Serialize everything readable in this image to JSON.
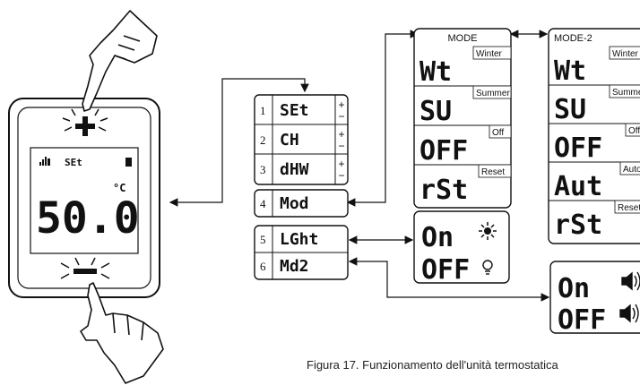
{
  "device": {
    "screen_left": "SEt",
    "display_value": "50.0",
    "unit": "°C"
  },
  "menu": {
    "rows": [
      {
        "num": "1",
        "code": "SEt",
        "has_pm": true
      },
      {
        "num": "2",
        "code": "CH",
        "has_pm": true
      },
      {
        "num": "3",
        "code": "dHW",
        "has_pm": true
      },
      {
        "num": "4",
        "code": "Mod",
        "has_pm": false
      },
      {
        "num": "5",
        "code": "LGht",
        "has_pm": false
      },
      {
        "num": "6",
        "code": "Md2",
        "has_pm": false
      }
    ],
    "plus": "+",
    "minus": "−"
  },
  "mode_panel": {
    "title": "MODE",
    "items": [
      {
        "code": "Wt",
        "label": "Winter"
      },
      {
        "code": "SU",
        "label": "Summer"
      },
      {
        "code": "OFF",
        "label": "Off"
      },
      {
        "code": "rSt",
        "label": "Reset"
      }
    ]
  },
  "mode2_panel": {
    "title": "MODE-2",
    "items": [
      {
        "code": "Wt",
        "label": "Winter"
      },
      {
        "code": "SU",
        "label": "Summer"
      },
      {
        "code": "OFF",
        "label": "Off"
      },
      {
        "code": "Aut",
        "label": "Auto"
      },
      {
        "code": "rSt",
        "label": "Reset"
      }
    ]
  },
  "light_panel": {
    "on": "On",
    "off": "OFF"
  },
  "md2_panel": {
    "on": "On",
    "off": "OFF"
  },
  "caption": "Figura 17. Funzionamento dell'unità termostatica"
}
